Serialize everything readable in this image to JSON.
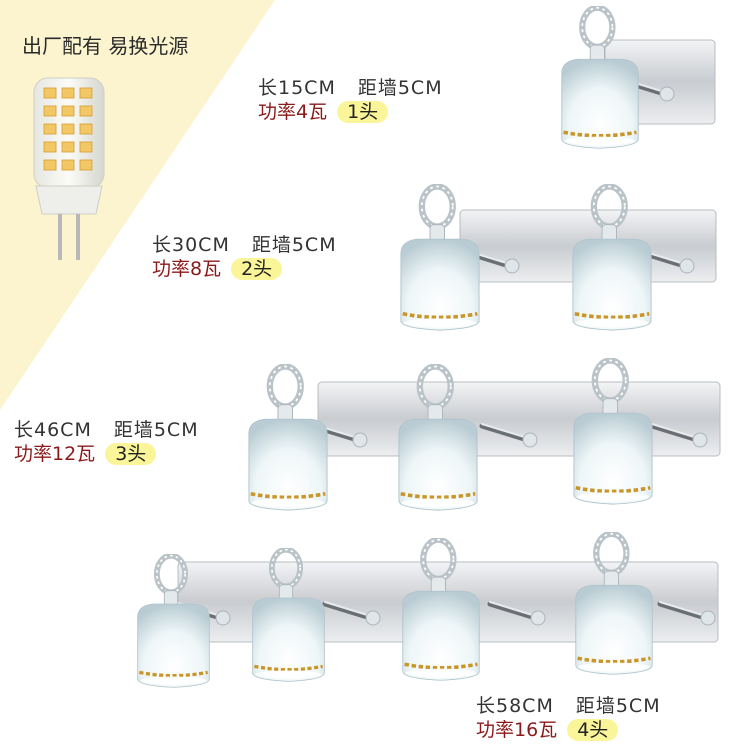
{
  "included_note": "出厂配有 易换光源",
  "palette": {
    "corner": "#fbf4cf",
    "badge": "#fbf59a",
    "power_text": "#8a1a1a",
    "plate": "#d9dbde",
    "gold_trim": "#c9962a"
  },
  "models": [
    {
      "length": "长15CM",
      "distance": "距墙5CM",
      "power": "功率4瓦",
      "heads": "1头"
    },
    {
      "length": "长30CM",
      "distance": "距墙5CM",
      "power": "功率8瓦",
      "heads": "2头"
    },
    {
      "length": "长46CM",
      "distance": "距墙5CM",
      "power": "功率12瓦",
      "heads": "3头"
    },
    {
      "length": "长58CM",
      "distance": "距墙5CM",
      "power": "功率16瓦",
      "heads": "4头"
    }
  ]
}
